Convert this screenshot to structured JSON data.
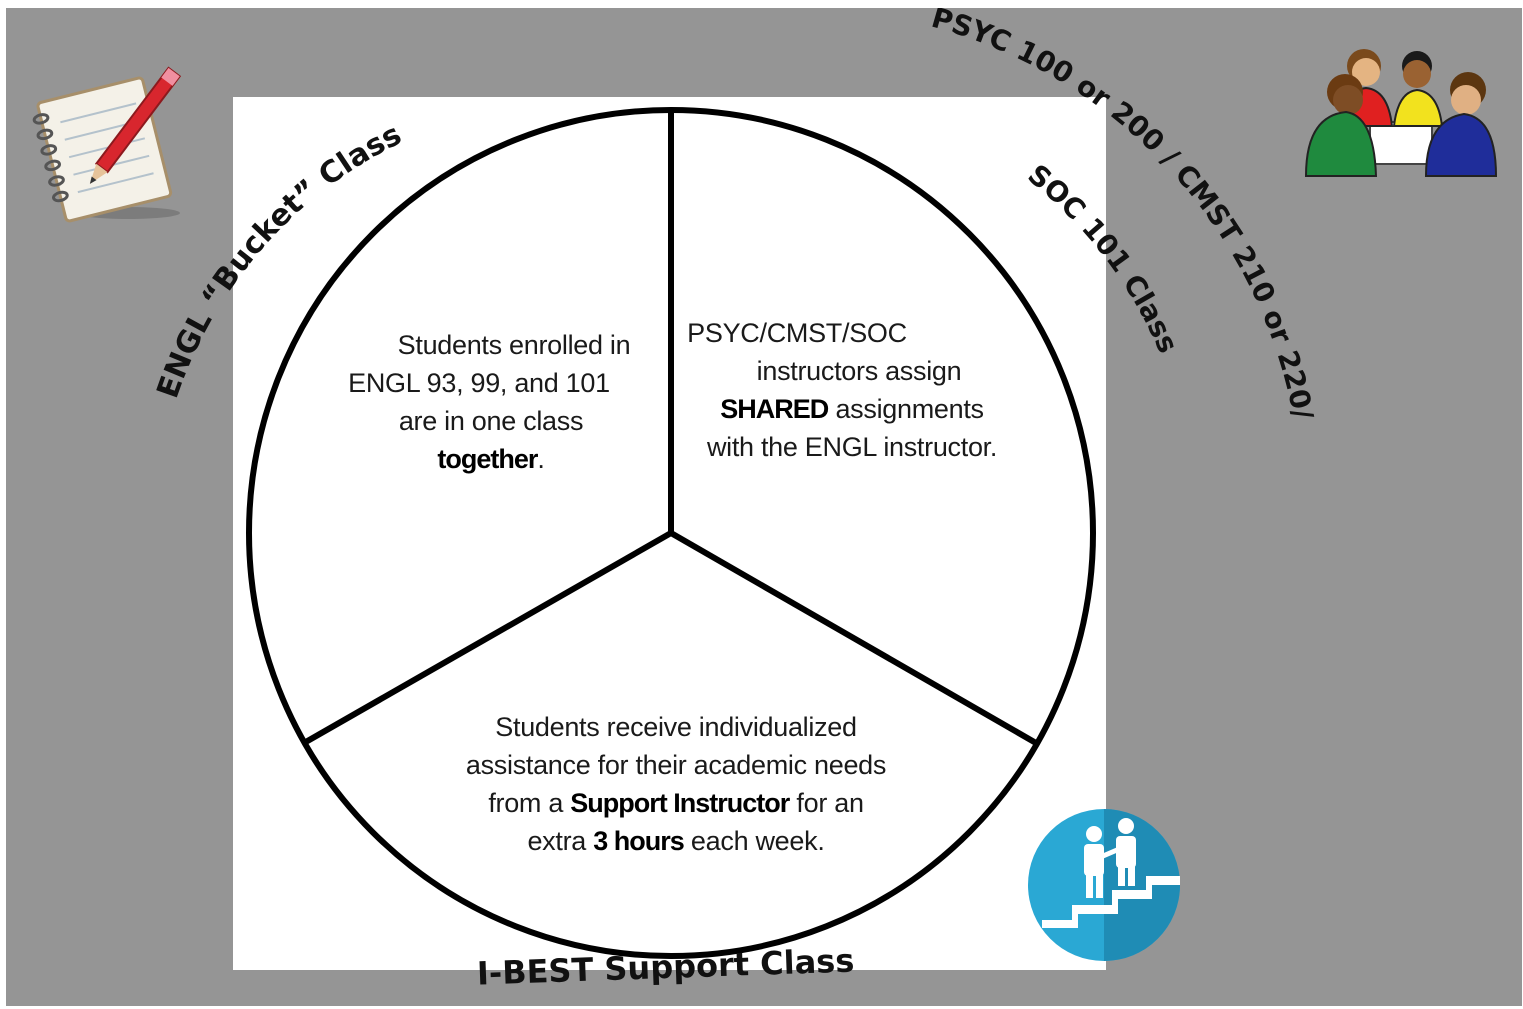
{
  "segments": {
    "left": {
      "line1": "Students enrolled in",
      "line2": "ENGL 93, 99, and 101",
      "line3": "are in one class",
      "strong": "together",
      "end": "."
    },
    "right": {
      "line1": "PSYC/CMST/SOC",
      "line2": "instructors assign",
      "strong": "SHARED",
      "line3_rest": " assignments",
      "line4": "with the ENGL instructor."
    },
    "bottom": {
      "line1": "Students receive individualized",
      "line2": "assistance for their academic needs",
      "line3_pre": "from a ",
      "line3_strong": "Support Instructor",
      "line3_post": " for an",
      "line4_pre": "extra ",
      "line4_strong": "3 hours",
      "line4_post": " each week."
    }
  },
  "labels": {
    "engl": "ENGL “Bucket” Class",
    "soc": "SOC 101 Class",
    "psyc": "PSYC 100 or 200 / CMST 210 or 220/",
    "ibest": "I-BEST Support Class"
  },
  "icons": [
    "notepad-pencil-icon",
    "group-discussion-icon",
    "stairs-support-icon"
  ],
  "colors": {
    "background": "#959595",
    "panel": "#ffffff",
    "lines": "#000000",
    "support_icon": "#2aa8d4"
  }
}
